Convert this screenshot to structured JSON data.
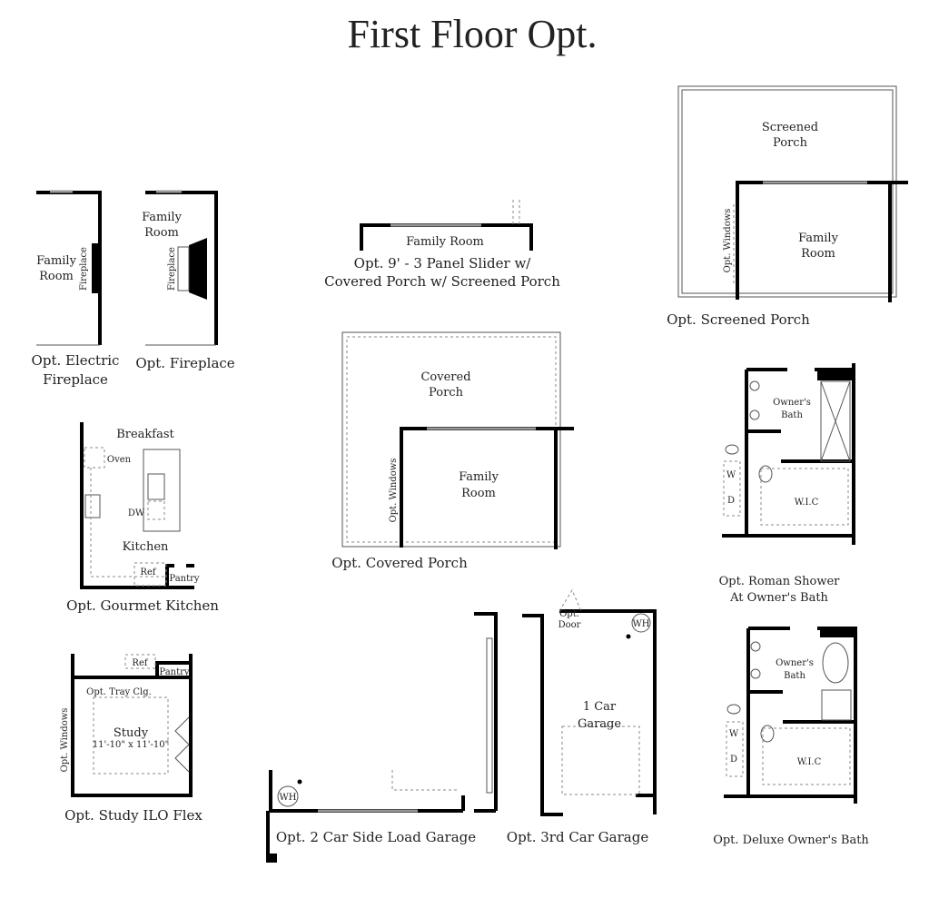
{
  "title": "First Floor Opt.",
  "electric_fireplace": {
    "room": [
      "Family",
      "Room"
    ],
    "fixture": "Fireplace",
    "caption": [
      "Opt. Electric",
      "Fireplace"
    ]
  },
  "fireplace": {
    "room": [
      "Family",
      "Room"
    ],
    "fixture": "Fireplace",
    "caption": "Opt. Fireplace"
  },
  "slider": {
    "room": "Family Room",
    "caption": [
      "Opt. 9' - 3 Panel Slider w/",
      "Covered Porch w/ Screened Porch"
    ]
  },
  "screened_porch": {
    "porch": [
      "Screened",
      "Porch"
    ],
    "room": [
      "Family",
      "Room"
    ],
    "windows": "Opt. Windows",
    "caption": "Opt. Screened Porch"
  },
  "covered_porch": {
    "porch": [
      "Covered",
      "Porch"
    ],
    "room": [
      "Family",
      "Room"
    ],
    "windows": "Opt. Windows",
    "caption": "Opt. Covered Porch"
  },
  "gourmet_kitchen": {
    "breakfast": "Breakfast",
    "oven": "Oven",
    "dw": "DW",
    "kitchen": "Kitchen",
    "ref": "Ref",
    "pantry": "Pantry",
    "caption": "Opt. Gourmet Kitchen"
  },
  "study": {
    "ref": "Ref",
    "pantry": "Pantry",
    "tray": "Opt. Tray Clg.",
    "room": "Study",
    "size": "11'-10\" x 11'-10\"",
    "windows": "Opt. Windows",
    "caption": "Opt. Study ILO Flex"
  },
  "side_garage": {
    "wh": "WH",
    "caption": "Opt. 2 Car Side Load Garage"
  },
  "third_garage": {
    "door": [
      "Opt.",
      "Door"
    ],
    "wh": "WH",
    "room": [
      "1 Car",
      "Garage"
    ],
    "caption": "Opt. 3rd Car Garage"
  },
  "roman_shower": {
    "bath": [
      "Owner's",
      "Bath"
    ],
    "w": "W",
    "d": "D",
    "wic": "W.I.C",
    "caption": [
      "Opt. Roman Shower",
      "At Owner's Bath"
    ]
  },
  "deluxe_bath": {
    "bath": [
      "Owner's",
      "Bath"
    ],
    "w": "W",
    "d": "D",
    "wic": "W.I.C",
    "caption": "Opt. Deluxe Owner's Bath"
  }
}
